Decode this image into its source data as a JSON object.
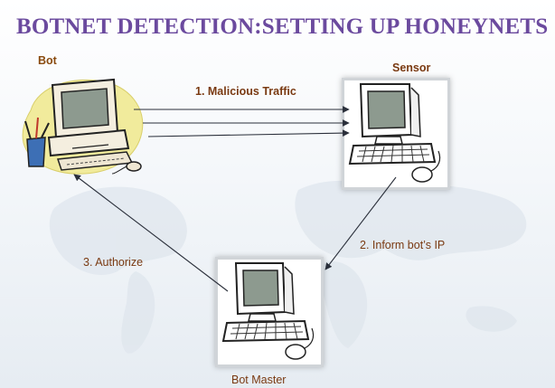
{
  "title": "BOTNET DETECTION:SETTING UP HONEYNETS",
  "nodes": {
    "bot": "Bot",
    "sensor": "Sensor",
    "bot_master": "Bot Master"
  },
  "edges": {
    "malicious_traffic": "1. Malicious Traffic",
    "inform_ip": "2. Inform bot’s IP",
    "authorize": "3. Authorize"
  },
  "colors": {
    "title": "#6b4a9e",
    "bot_label": "#8a4b10",
    "label": "#7a3a12",
    "arrow": "#2a2f3a",
    "clipart_yellow": "#f1eb9c",
    "screen": "#8d9a8f"
  },
  "icons": {
    "bot": "computer-clipart-icon",
    "sensor": "computer-icon",
    "bot_master": "computer-icon"
  }
}
